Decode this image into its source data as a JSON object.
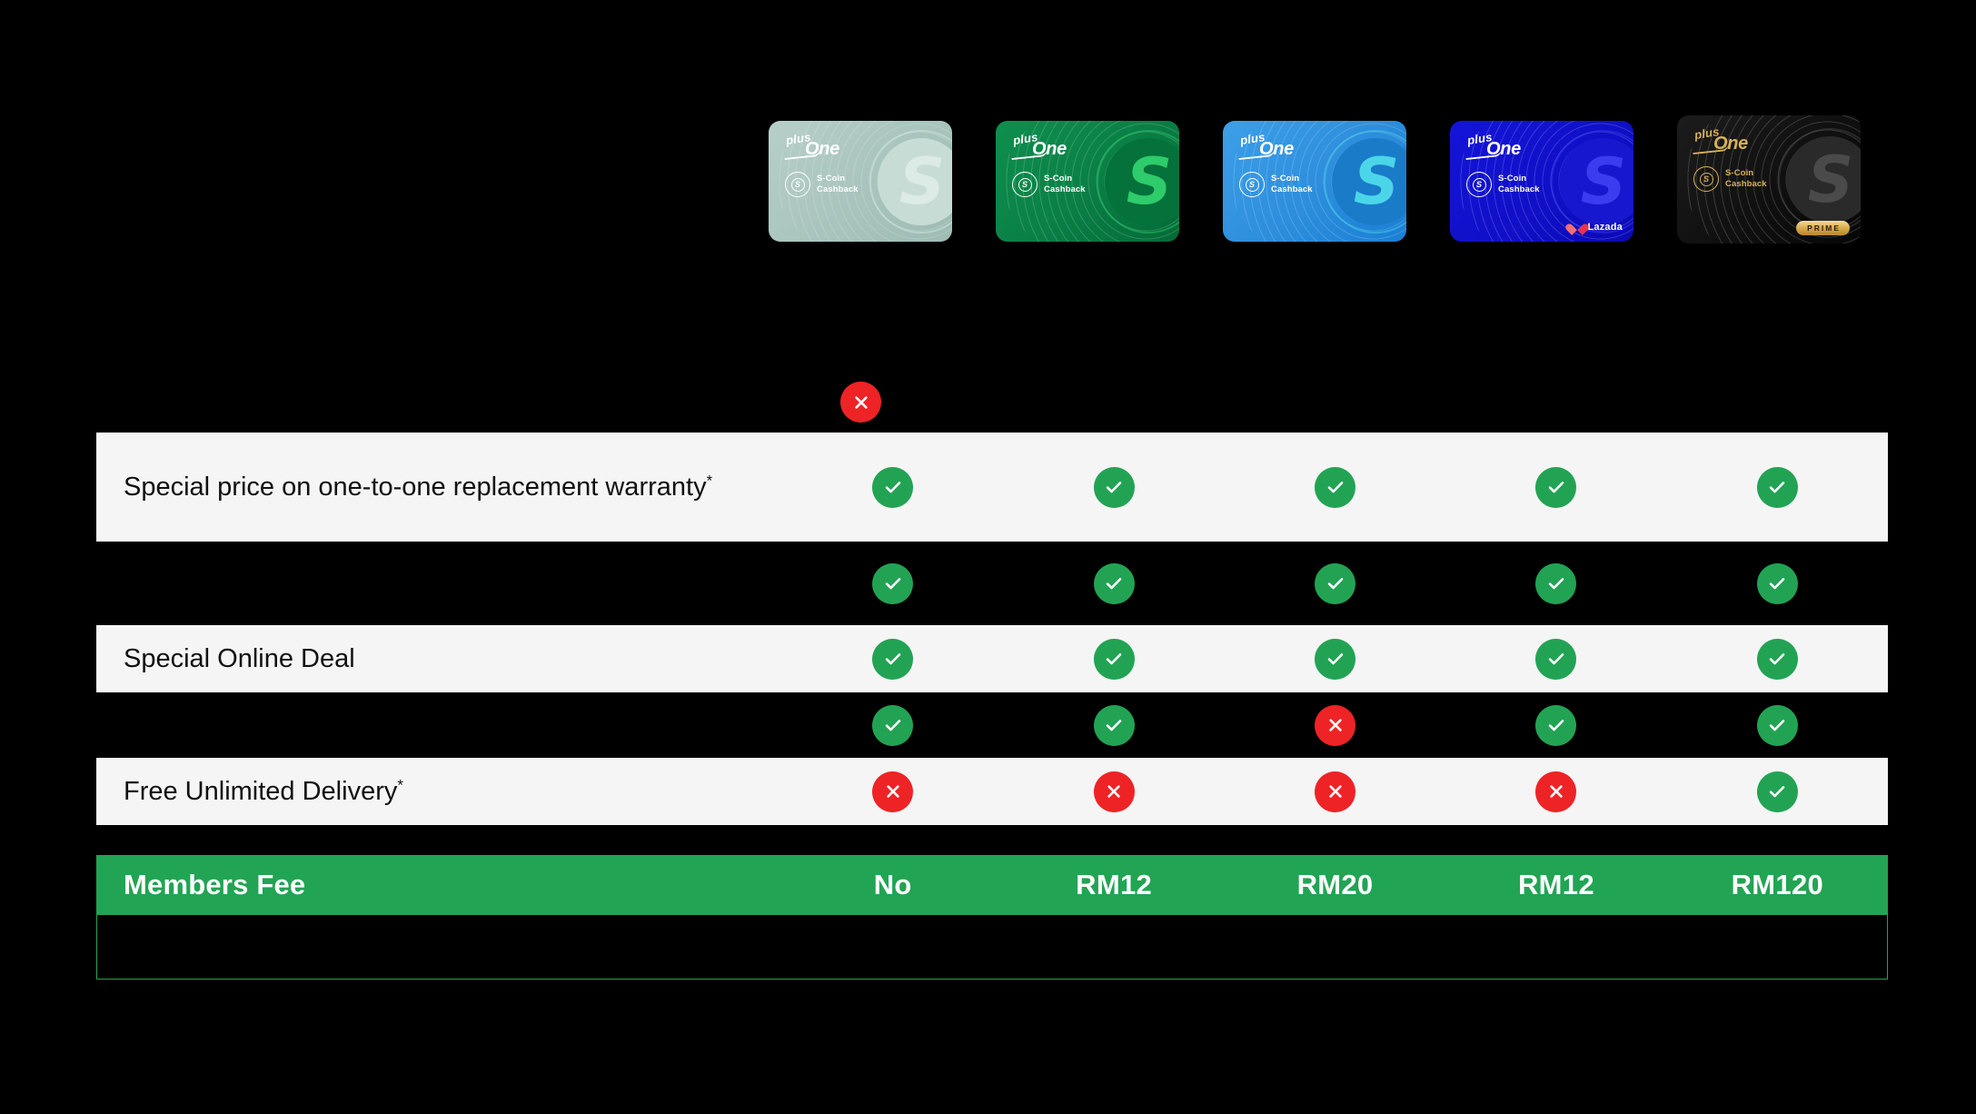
{
  "theme": {
    "background": "#000000",
    "row_light": "#f5f5f5",
    "row_dark": "#000000",
    "accent_green": "#21a453",
    "icon_green": "#22a354",
    "icon_red": "#ee2326",
    "text_dark": "#111111",
    "text_light": "#ffffff"
  },
  "cards": [
    {
      "id": "card-basic",
      "brand_plus": "plus",
      "brand_one": "One",
      "cashback_line1": "S-Coin",
      "cashback_line2": "Cashback",
      "coin_letter": "S",
      "big_letter": "S",
      "badge": "",
      "bg": "linear-gradient(135deg,#b7cfc8 0%,#a8c4bd 55%,#9dbcb4 100%)",
      "fg": "#ffffff",
      "big_bg": "#c8dcd6",
      "big_fg": "#dcebe6"
    },
    {
      "id": "card-green",
      "brand_plus": "plus",
      "brand_one": "One",
      "cashback_line1": "S-Coin",
      "cashback_line2": "Cashback",
      "coin_letter": "S",
      "big_letter": "S",
      "badge": "",
      "bg": "linear-gradient(135deg,#0e8f4e 0%,#0a8046 50%,#036a37 100%)",
      "fg": "#ffffff",
      "big_bg": "#05713b",
      "big_fg": "#2ecc6a"
    },
    {
      "id": "card-blue",
      "brand_plus": "plus",
      "brand_one": "One",
      "cashback_line1": "S-Coin",
      "cashback_line2": "Cashback",
      "coin_letter": "S",
      "big_letter": "S",
      "badge": "",
      "bg": "linear-gradient(135deg,#3d9fe8 0%,#2e8fdd 50%,#1a7fd4 100%)",
      "fg": "#ffffff",
      "big_bg": "#1a7bc9",
      "big_fg": "#4ad6e8"
    },
    {
      "id": "card-lazada",
      "brand_plus": "plus",
      "brand_one": "One",
      "cashback_line1": "S-Coin",
      "cashback_line2": "Cashback",
      "coin_letter": "S",
      "big_letter": "S",
      "badge": "Lazada",
      "bg": "linear-gradient(135deg,#1414d8 0%,#1010c8 55%,#0a0ab4 100%)",
      "fg": "#ffffff",
      "big_bg": "#1717cf",
      "big_fg": "#3b3bf0"
    },
    {
      "id": "card-prime",
      "brand_plus": "plus",
      "brand_one": "One",
      "cashback_line1": "S-Coin",
      "cashback_line2": "Cashback",
      "coin_letter": "S",
      "big_letter": "S",
      "badge": "PRIME",
      "bg": "linear-gradient(135deg,#1c1c1c 0%,#121212 45%,#070707 100%)",
      "fg": "#d8b158",
      "big_bg": "#2a2a2a",
      "big_fg": "#4a4a4a"
    }
  ],
  "top_floating_icon": "no",
  "table": {
    "rows": [
      {
        "id": "row-warranty",
        "style": "light",
        "label": "Special price on one-to-one replacement warranty",
        "label_sup": "*",
        "values": [
          "yes",
          "yes",
          "yes",
          "yes",
          "yes"
        ]
      },
      {
        "id": "row-gap-1",
        "style": "dark",
        "label": "",
        "label_sup": "",
        "values": [
          "yes",
          "yes",
          "yes",
          "yes",
          "yes"
        ]
      },
      {
        "id": "row-online-deal",
        "style": "light",
        "label": "Special Online Deal",
        "label_sup": "",
        "values": [
          "yes",
          "yes",
          "yes",
          "yes",
          "yes"
        ]
      },
      {
        "id": "row-gap-2",
        "style": "dark",
        "label": "",
        "label_sup": "",
        "values": [
          "yes",
          "yes",
          "no",
          "yes",
          "yes"
        ]
      },
      {
        "id": "row-free-delivery",
        "style": "light",
        "label": "Free Unlimited Delivery",
        "label_sup": "*",
        "values": [
          "no",
          "no",
          "no",
          "no",
          "yes"
        ]
      }
    ]
  },
  "fee_bar": {
    "label": "Members Fee",
    "values": [
      "No",
      "RM12",
      "RM20",
      "RM12",
      "RM120"
    ]
  }
}
